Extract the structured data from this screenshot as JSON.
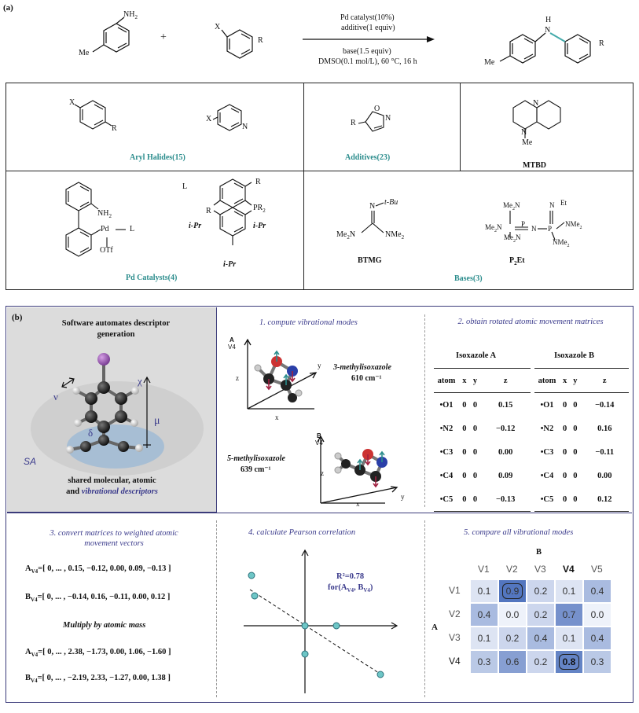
{
  "panel_a": {
    "label": "(a)",
    "reactant1_sub": "NH",
    "reactant1_sub2": "2",
    "reactant1_me": "Me",
    "plus": "+",
    "reactant2_x": "X",
    "reactant2_r": "R",
    "arrow_top1": "Pd catalyst(10%)",
    "arrow_top2": "additive(1 equiv)",
    "arrow_bot1": "base(1.5 equiv)",
    "arrow_bot2": "DMSO(0.1 mol/L), 60 °C, 16 h",
    "product_h": "H",
    "product_n": "N",
    "product_me": "Me",
    "product_r": "R",
    "aryl_halides": "Aryl Halides(15)",
    "additives": "Additives(23)",
    "mtbd": "MTBD",
    "pd_catalysts": "Pd Catalysts(4)",
    "bases": "Bases(3)",
    "btmg": "BTMG",
    "p2et": "P",
    "p2et_sub": "2",
    "p2et_end": "Et",
    "L": "L",
    "iPr": "i-Pr",
    "NH2": "NH",
    "two": "2",
    "Pd": "Pd",
    "OTf": "OTf",
    "PR2": "PR",
    "tBu": "t-Bu",
    "Me2N": "Me",
    "NMe2": "NMe",
    "Et": "Et",
    "N": "N",
    "O": "O",
    "X": "X",
    "R": "R",
    "Me": "Me"
  },
  "panel_b": {
    "label": "(b)",
    "software_title": "Software automates descriptor generation",
    "chi": "χ",
    "nu": "ν",
    "delta": "δ",
    "mu": "μ",
    "sa": "SA",
    "shared_1": "shared molecular, atomic",
    "shared_2a": "and ",
    "shared_2b": "vibrational descriptors",
    "step1": "1. compute vibrational modes",
    "step2": "2. obtain rotated atomic movement matrices",
    "step3": "3. convert matrices to weighted atomic movement vectors",
    "step4": "4. calculate Pearson correlation",
    "step5": "5. compare all vibrational modes",
    "mol_a_label": "A",
    "mol_a_v": "V4",
    "mol_a_name": "3-methylisoxazole",
    "mol_a_freq": "610 cm⁻¹",
    "mol_b_label": "B",
    "mol_b_v": "V4",
    "mol_b_name": "5-methylisoxazole",
    "mol_b_freq": "639 cm⁻¹",
    "axis_x": "x",
    "axis_y": "y",
    "axis_z": "z",
    "iso_a": "Isoxazole A",
    "iso_b": "Isoxazole B",
    "headers": [
      "atom",
      "x",
      "y",
      "z"
    ],
    "rows_a": [
      [
        "O1",
        "0",
        "0",
        "0.15"
      ],
      [
        "N2",
        "0",
        "0",
        "−0.12"
      ],
      [
        "C3",
        "0",
        "0",
        "0.00"
      ],
      [
        "C4",
        "0",
        "0",
        "0.09"
      ],
      [
        "C5",
        "0",
        "0",
        "−0.13"
      ]
    ],
    "rows_b": [
      [
        "O1",
        "0",
        "0",
        "−0.14"
      ],
      [
        "N2",
        "0",
        "0",
        "0.16"
      ],
      [
        "C3",
        "0",
        "0",
        "−0.11"
      ],
      [
        "C4",
        "0",
        "0",
        "0.00"
      ],
      [
        "C5",
        "0",
        "0",
        "0.12"
      ]
    ],
    "vec_av4": "A",
    "vec_bv4": "B",
    "vec_sub": "V4",
    "vec_a": "=[ 0, ... , 0.15, −0.12, 0.00, 0.09, −0.13 ]",
    "vec_b": "=[ 0, ... , −0.14, 0.16, −0.11, 0.00, 0.12 ]",
    "multiply": "Multiply by atomic mass",
    "vec_a2": "=[ 0, ... , 2.38, −1.73, 0.00, 1.06, −1.60 ]",
    "vec_b2": "=[ 0, ... , −2.19, 2.33, −1.27, 0.00, 1.38 ]",
    "r2": "R²=0.78",
    "r2_for": "for(A",
    "r2_mid": ", B",
    "r2_end": ")",
    "heat_b": "B",
    "heat_a": "A",
    "heat_cols": [
      "V1",
      "V2",
      "V3",
      "V4",
      "V5"
    ],
    "heat_rows": [
      "V1",
      "V2",
      "V3",
      "V4"
    ]
  },
  "chart_data": {
    "type": "heatmap",
    "x": [
      "V1",
      "V2",
      "V3",
      "V4",
      "V5"
    ],
    "y": [
      "V1",
      "V2",
      "V3",
      "V4"
    ],
    "values": [
      [
        0.1,
        0.9,
        0.2,
        0.1,
        0.4
      ],
      [
        0.4,
        0.0,
        0.2,
        0.7,
        0.0
      ],
      [
        0.1,
        0.2,
        0.4,
        0.1,
        0.4
      ],
      [
        0.3,
        0.6,
        0.2,
        0.8,
        0.3
      ]
    ],
    "xlabel": "B",
    "ylabel": "A"
  }
}
